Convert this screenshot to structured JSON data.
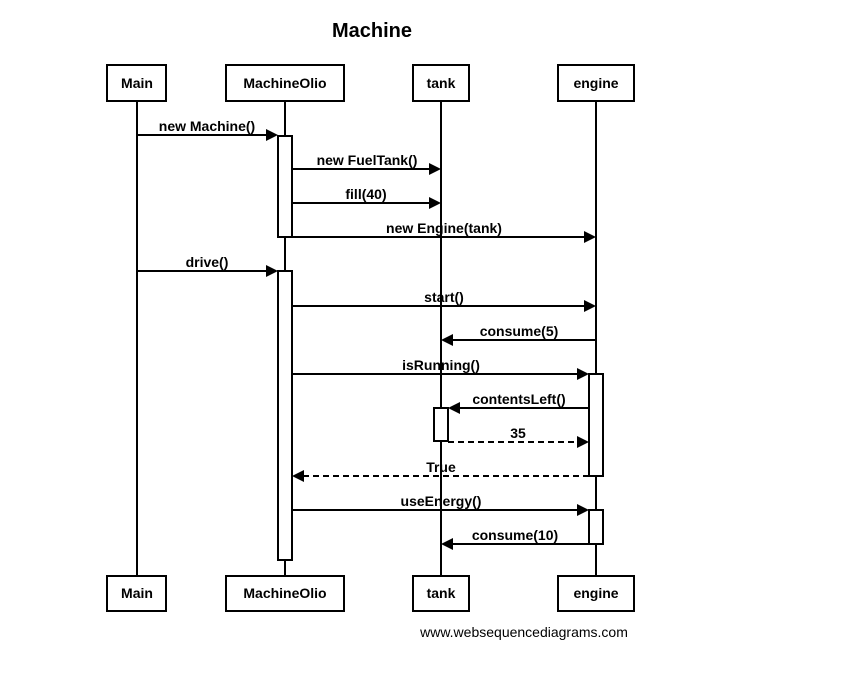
{
  "title": "Machine",
  "participants": [
    {
      "id": "main",
      "label": "Main"
    },
    {
      "id": "machineolio",
      "label": "MachineOlio"
    },
    {
      "id": "tank",
      "label": "tank"
    },
    {
      "id": "engine",
      "label": "engine"
    }
  ],
  "messages": [
    {
      "label": "new Machine()",
      "from": "main",
      "to": "machineolio",
      "style": "solid"
    },
    {
      "label": "new FuelTank()",
      "from": "machineolio",
      "to": "tank",
      "style": "solid"
    },
    {
      "label": "fill(40)",
      "from": "machineolio",
      "to": "tank",
      "style": "solid"
    },
    {
      "label": "new Engine(tank)",
      "from": "machineolio",
      "to": "engine",
      "style": "solid"
    },
    {
      "label": "drive()",
      "from": "main",
      "to": "machineolio",
      "style": "solid"
    },
    {
      "label": "start()",
      "from": "machineolio",
      "to": "engine",
      "style": "solid"
    },
    {
      "label": "consume(5)",
      "from": "engine",
      "to": "tank",
      "style": "solid"
    },
    {
      "label": "isRunning()",
      "from": "machineolio",
      "to": "engine",
      "style": "solid"
    },
    {
      "label": "contentsLeft()",
      "from": "engine",
      "to": "tank",
      "style": "solid"
    },
    {
      "label": "35",
      "from": "tank",
      "to": "engine",
      "style": "dashed"
    },
    {
      "label": "True",
      "from": "engine",
      "to": "machineolio",
      "style": "dashed"
    },
    {
      "label": "useEnergy()",
      "from": "machineolio",
      "to": "engine",
      "style": "solid"
    },
    {
      "label": "consume(10)",
      "from": "engine",
      "to": "tank",
      "style": "solid"
    }
  ],
  "watermark": "www.websequencediagrams.com"
}
